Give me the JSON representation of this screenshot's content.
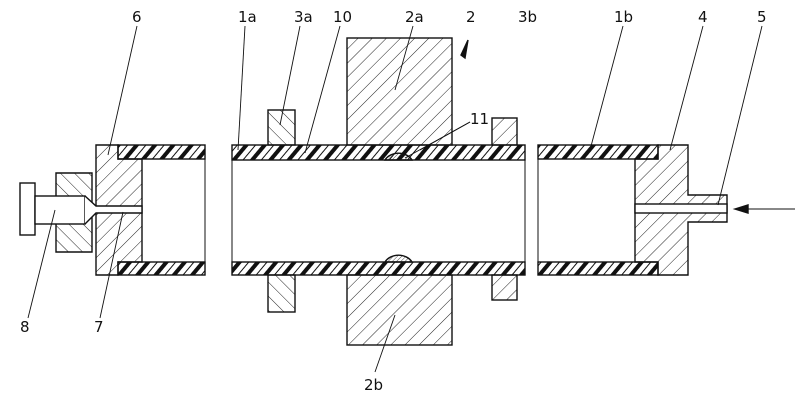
{
  "labels": {
    "l6": "6",
    "l1a": "1a",
    "l3a": "3a",
    "l10": "10",
    "l2a": "2a",
    "l2": "2",
    "l3b": "3b",
    "l1b": "1b",
    "l4": "4",
    "l5": "5",
    "l11": "11",
    "l8": "8",
    "l7": "7",
    "l2b": "2b"
  }
}
